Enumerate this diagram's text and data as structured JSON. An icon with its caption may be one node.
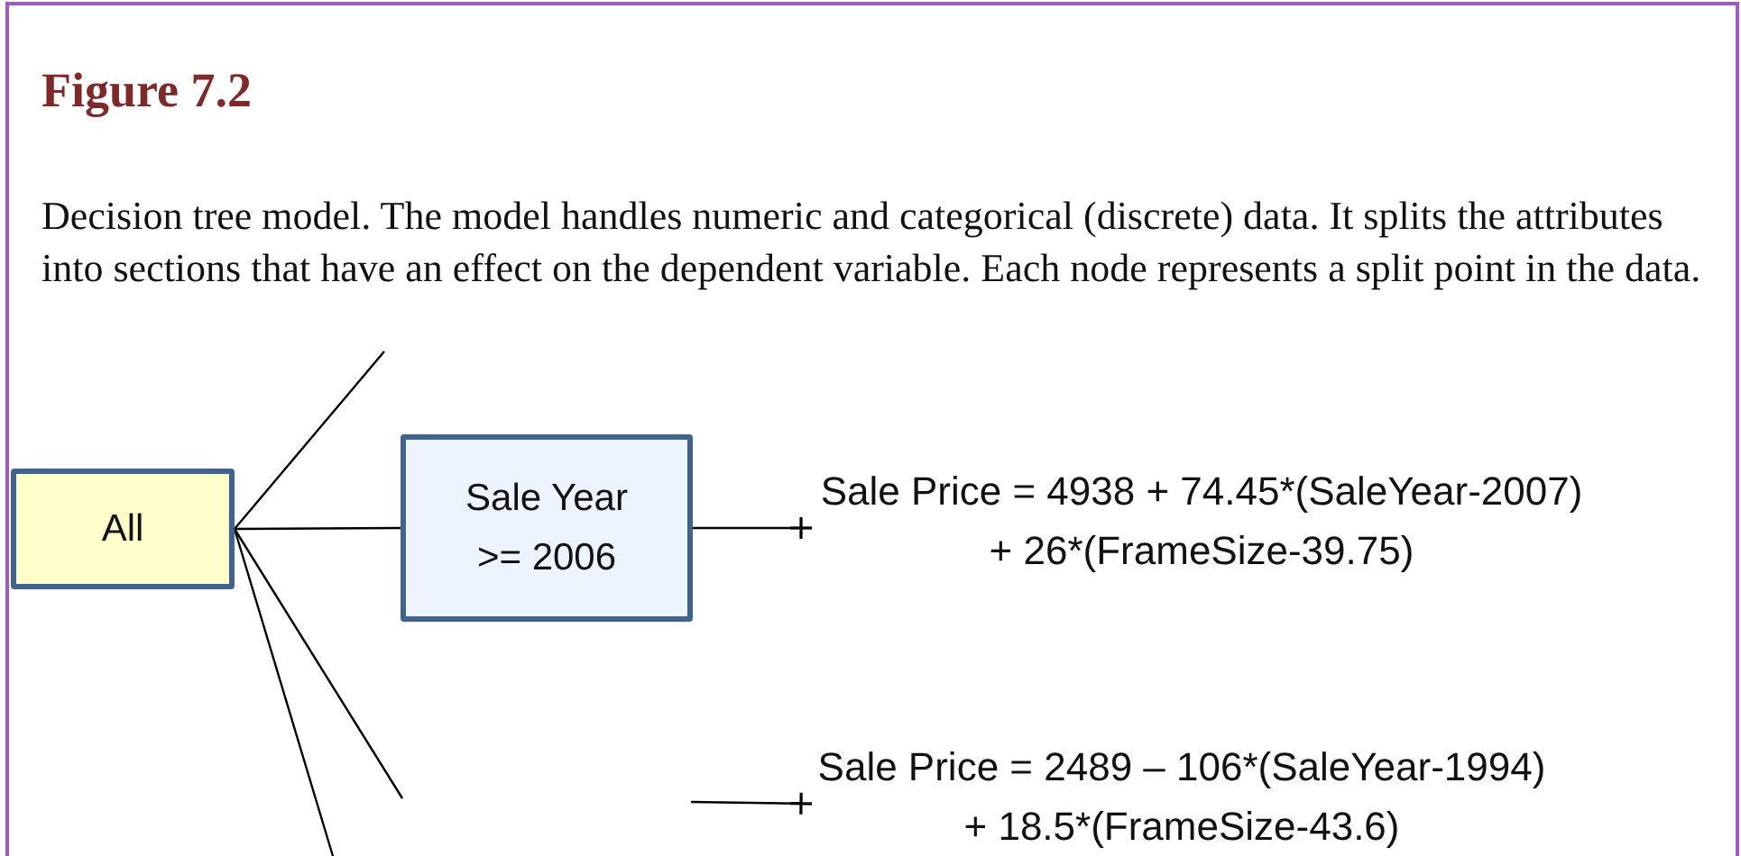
{
  "diagram": {
    "title": "Figure 7.2",
    "caption": "Decision tree model. The model handles numeric and categorical (discrete) data. It splits the attributes into sections that have an effect on the dependent variable. Each node represents a split point in the data.",
    "nodes": [
      {
        "text": [
          "All"
        ]
      },
      {
        "text": [
          "Sale Year >= 2006"
        ]
      },
      {
        "text": [
          "Sale Price = 4938 + 74.45*(SaleYear-2007) + 26*(FrameSize-39.75)"
        ]
      },
      {
        "text": [
          "Sale Price = 2489 – 106*(SaleYear-1994) + 18.5*(FrameSize-43.6)"
        ]
      }
    ],
    "edges": [
      {
        "from": 0,
        "to": 1,
        "arrow": "none"
      },
      {
        "from": 1,
        "to": 2,
        "arrow": "other"
      },
      {
        "from": 0,
        "to": null,
        "arrow": "none"
      },
      {
        "from": 0,
        "to": null,
        "arrow": "none"
      },
      {
        "from": 0,
        "to": null,
        "arrow": "none"
      },
      {
        "from": null,
        "to": 3,
        "arrow": "other"
      }
    ]
  }
}
